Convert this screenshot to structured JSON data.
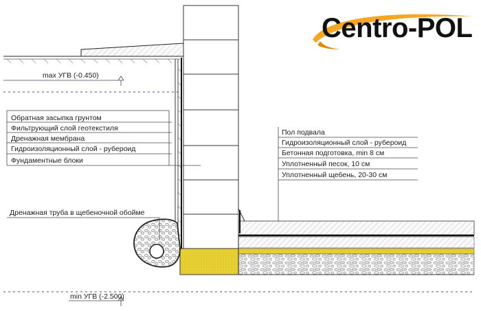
{
  "logo": {
    "text": "Centro-POL",
    "swoosh_color": "#f5a623"
  },
  "levels": {
    "max": "max УГВ (-0.450)",
    "min": "min УГВ (-2.500)"
  },
  "left_labels": [
    "Обратная засыпка грунтом",
    "Фильтрующий слой геотекстиля",
    "Дренажная мембрана",
    "Гидроизоляционный слой - рубероид",
    "Фундаментные блоки"
  ],
  "drain_label": "Дренажная труба в щебеночной обойме",
  "right_labels": [
    "Пол подвала",
    "Гидроизоляционный слой - рубероид",
    "Бетонная подготовка, min 8 см",
    "Уплотненный песок, 10 см",
    "Уплотненный щебень, 20-30 см"
  ],
  "colors": {
    "sand": "#e8d233",
    "line": "#222222",
    "dash": "#3b4aa0",
    "block": "#ffffff"
  }
}
